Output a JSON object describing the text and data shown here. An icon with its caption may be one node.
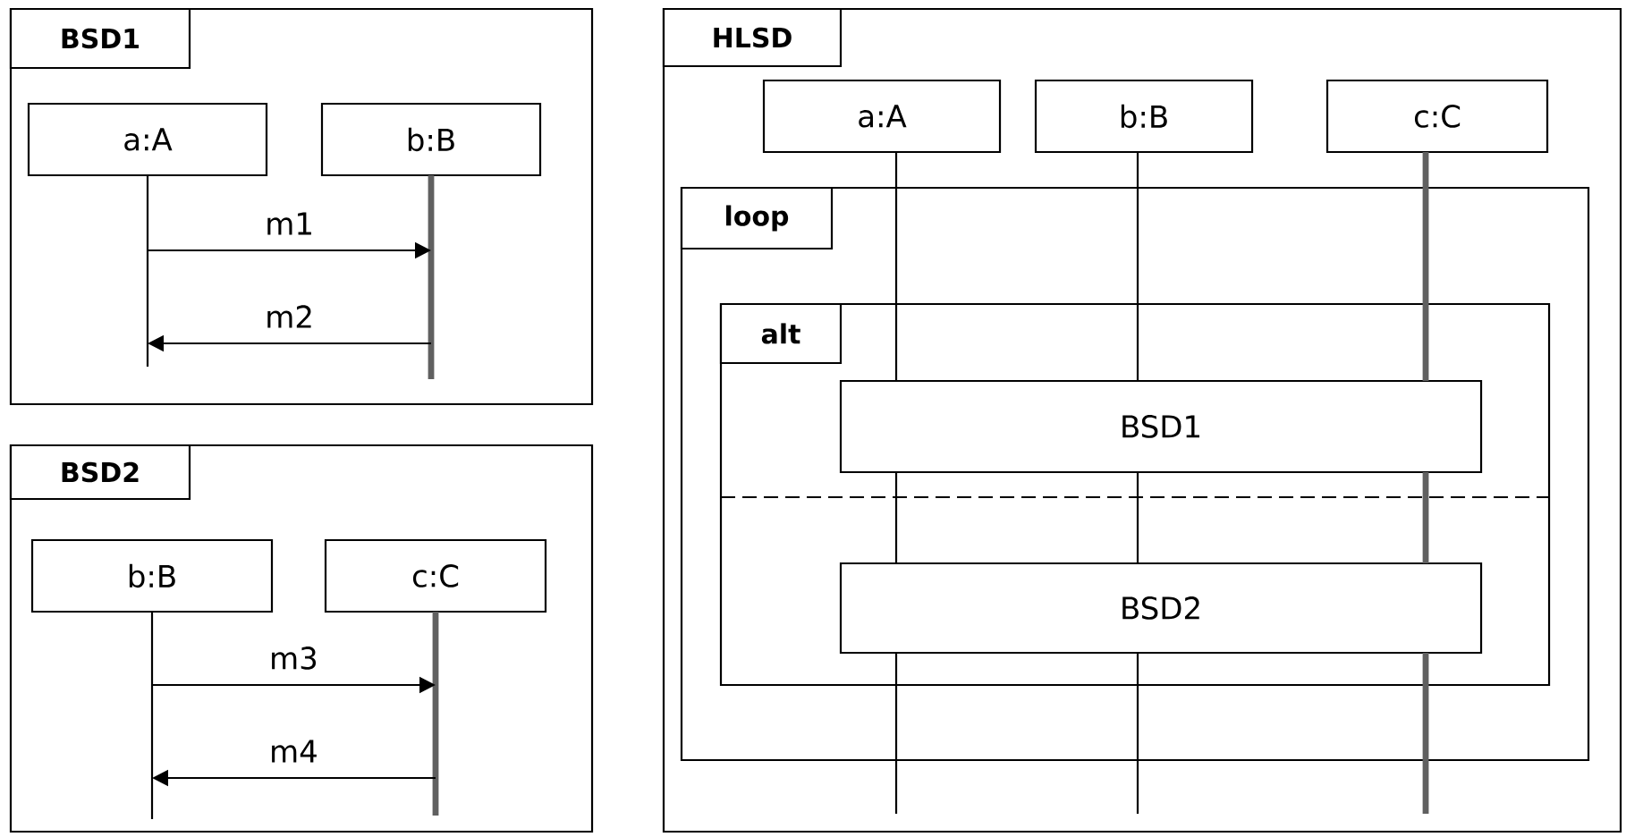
{
  "diagram": {
    "nodes": [
      {
        "text": [
          "BSD1"
        ]
      },
      {
        "text": [
          "a:A"
        ],
        "in": 0
      },
      {
        "text": [
          "b:B"
        ],
        "in": 0
      },
      {
        "text": [
          "BSD2"
        ]
      },
      {
        "text": [
          "b:B"
        ],
        "in": 3
      },
      {
        "text": [
          "c:C"
        ],
        "in": 3
      },
      {
        "text": [
          "HLSD"
        ]
      },
      {
        "text": [
          "a:A"
        ],
        "in": 6
      },
      {
        "text": [
          "b:B"
        ],
        "in": 6
      },
      {
        "text": [
          "c:C"
        ],
        "in": 6
      },
      {
        "text": [
          "loop"
        ],
        "in": 6
      },
      {
        "text": [
          "alt"
        ],
        "in": 10
      },
      {
        "text": [
          "BSD1"
        ],
        "in": 11
      },
      {
        "text": [
          "BSD2"
        ],
        "in": 11
      }
    ],
    "edges": [
      {
        "from": 1,
        "to": 2,
        "arrow": "to",
        "label": "m1"
      },
      {
        "from": 2,
        "to": 1,
        "arrow": "to",
        "label": "m2"
      },
      {
        "from": 4,
        "to": 5,
        "arrow": "to",
        "label": "m3"
      },
      {
        "from": 5,
        "to": 4,
        "arrow": "to",
        "label": "m4"
      },
      {
        "from": 7,
        "to": 12,
        "arrow": "none"
      },
      {
        "from": 8,
        "to": 12,
        "arrow": "none"
      },
      {
        "from": 9,
        "to": 12,
        "arrow": "none",
        "style": "thick",
        "color": "#606060"
      },
      {
        "from": 12,
        "to": 13,
        "arrow": "none"
      },
      {
        "from": 12,
        "to": 13,
        "arrow": "none"
      },
      {
        "from": 12,
        "to": 13,
        "arrow": "none",
        "style": "thick",
        "color": "#606060"
      },
      {
        "from": 13,
        "to": null,
        "arrow": "none"
      },
      {
        "from": 13,
        "to": null,
        "arrow": "none"
      },
      {
        "from": 13,
        "to": null,
        "arrow": "none",
        "style": "thick",
        "color": "#606060"
      }
    ]
  }
}
